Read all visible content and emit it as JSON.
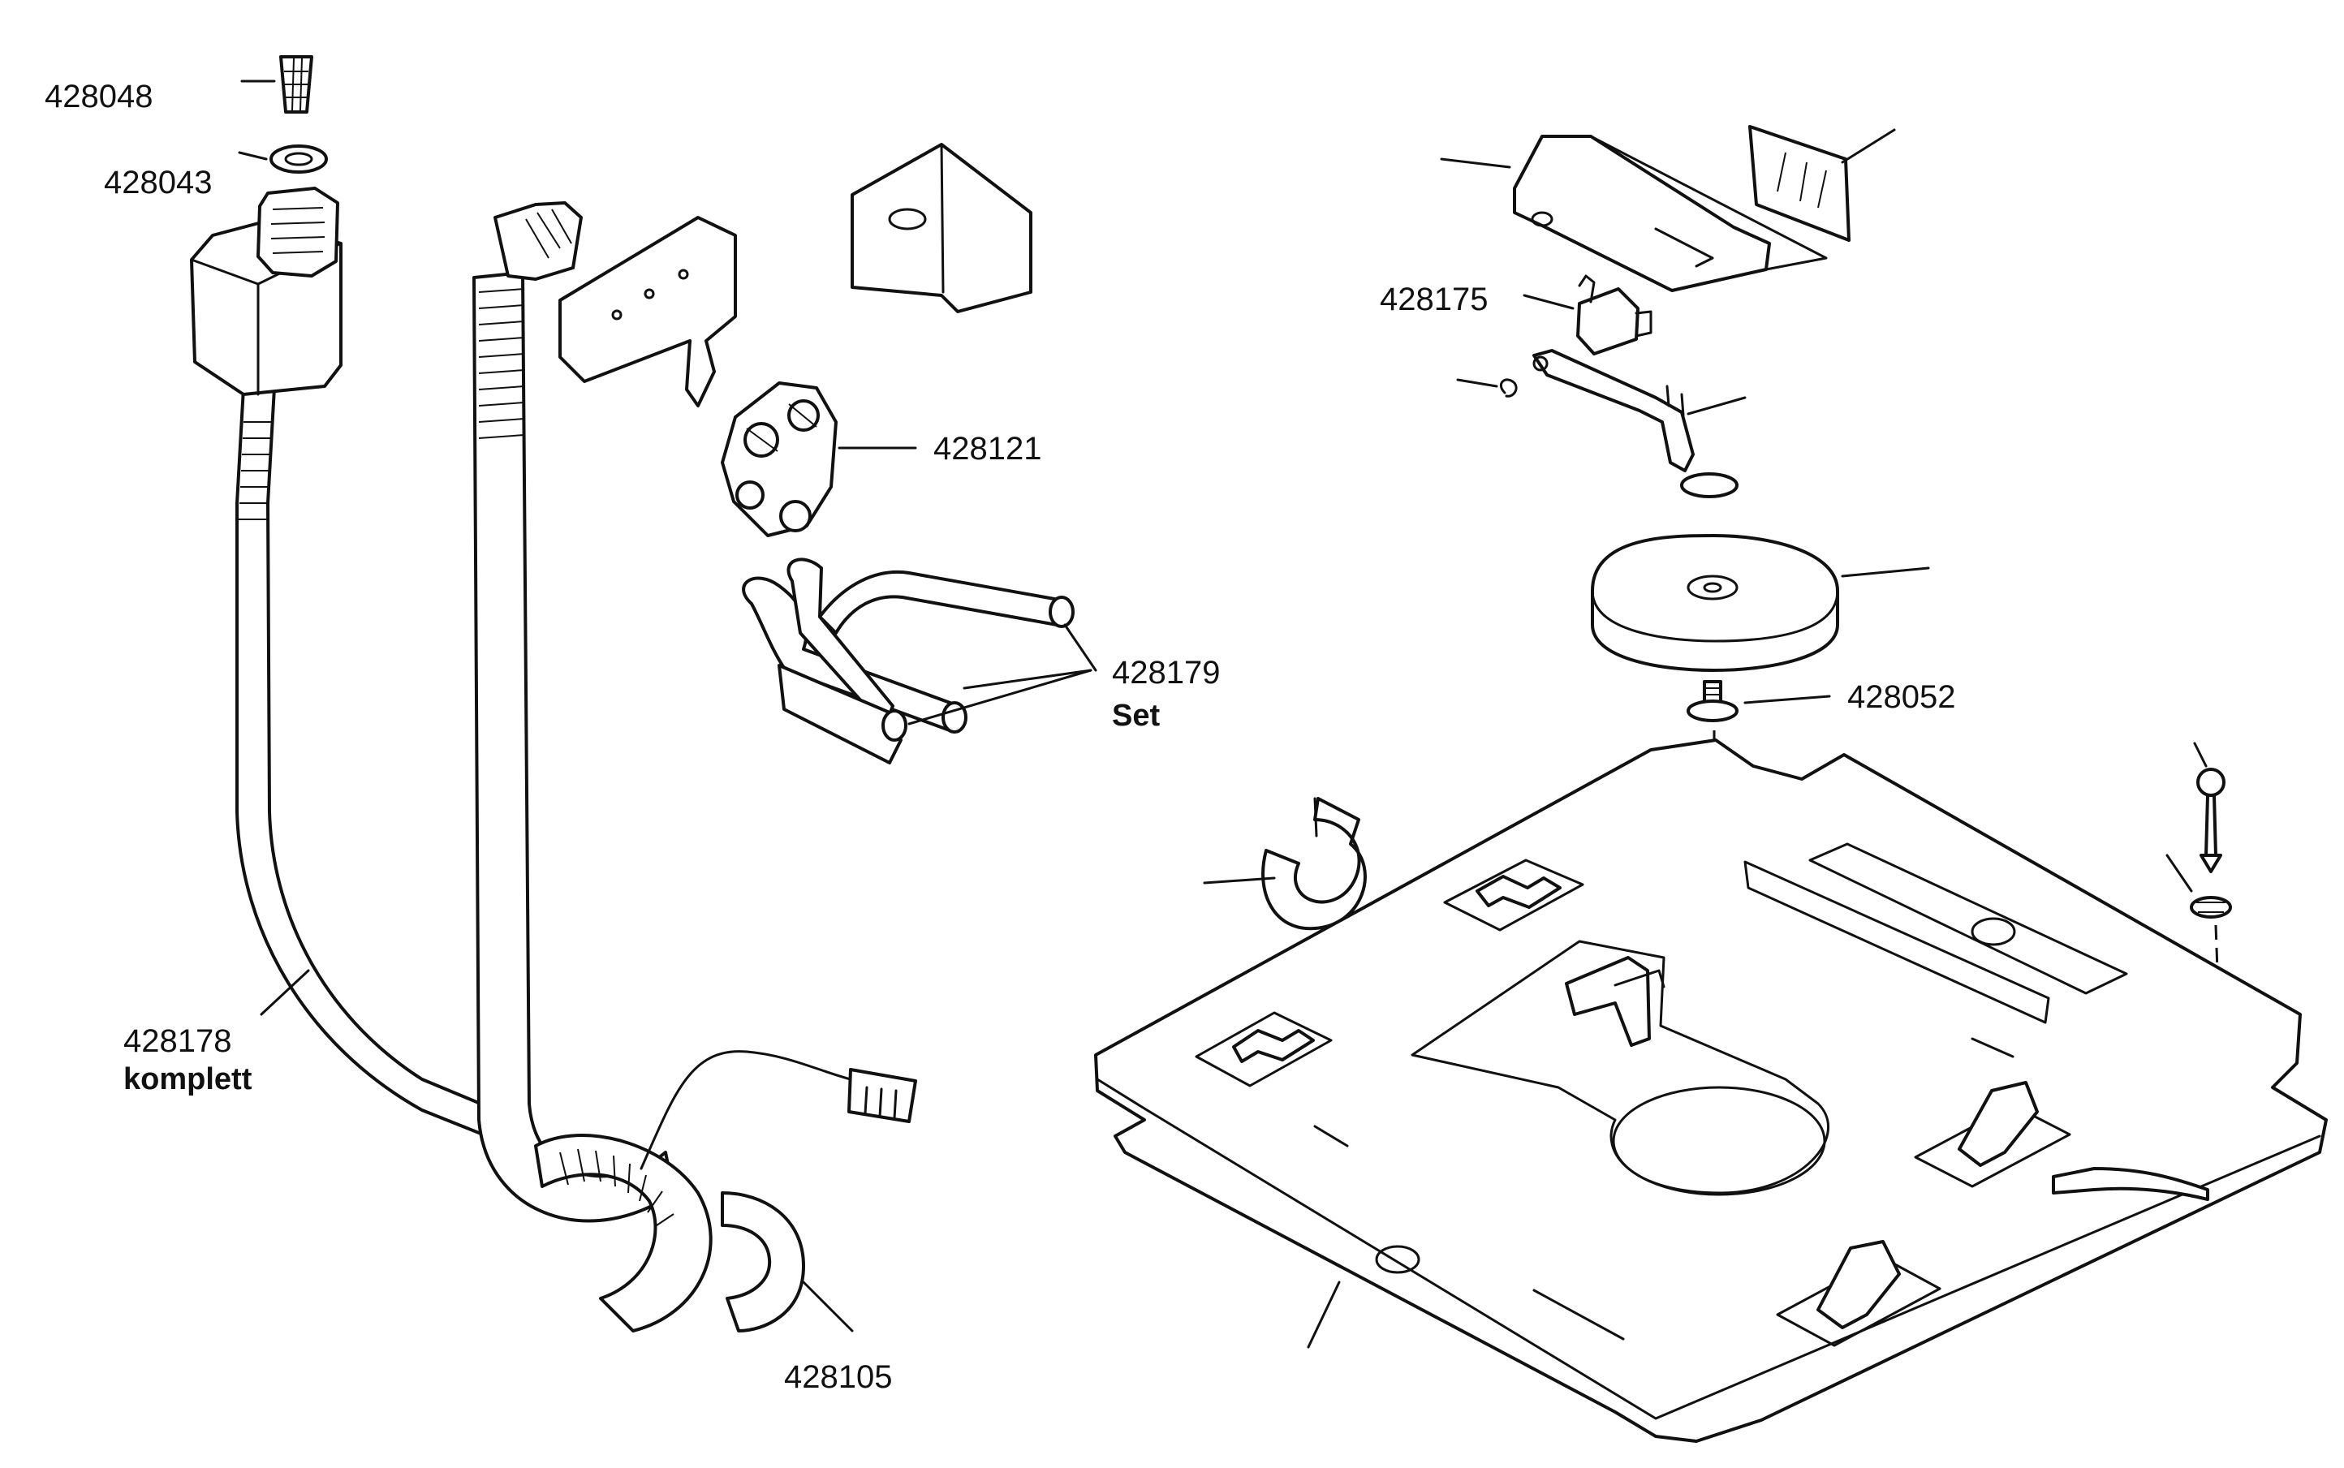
{
  "labels": {
    "p428048": "428048",
    "p428043": "428043",
    "p428178": "428178",
    "p428178_note": "komplett",
    "p428121": "428121",
    "p428179": "428179",
    "p428179_note": "Set",
    "p428105": "428105",
    "p428175": "428175",
    "p428052": "428052"
  },
  "style": {
    "line_color": "#111111",
    "background": "#ffffff"
  }
}
